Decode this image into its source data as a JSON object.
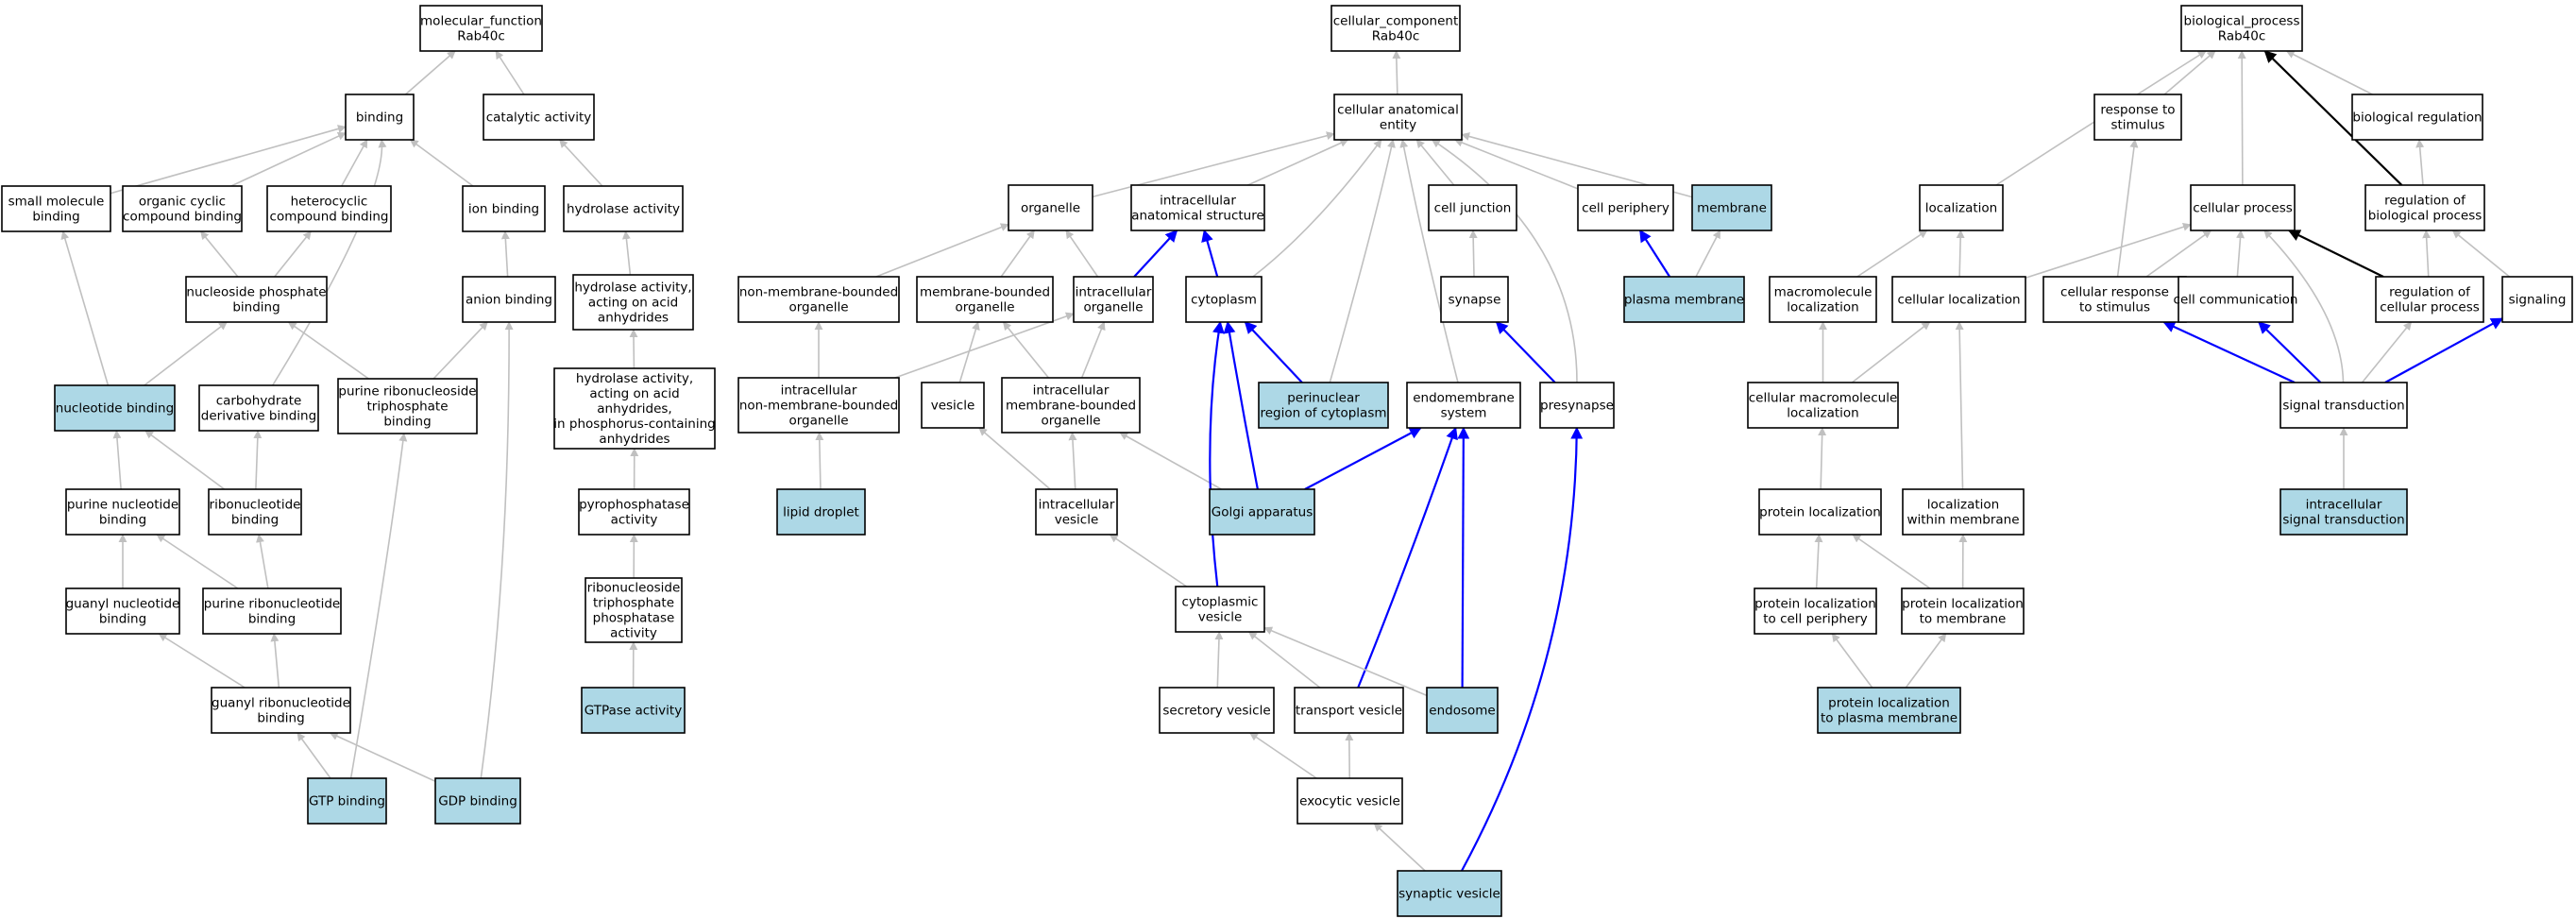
{
  "colors": {
    "highlight_fill": "#add8e6",
    "plain_fill": "#ffffff",
    "border": "#000000",
    "edge_is_a": "#c0c0c0",
    "edge_part_of": "#0000ff",
    "edge_regulates": "#000000"
  },
  "nodes": [
    {
      "id": "mf_root",
      "lines": [
        "molecular_function",
        "Rab40c"
      ],
      "highlight": false
    },
    {
      "id": "binding",
      "lines": [
        "binding"
      ],
      "highlight": false
    },
    {
      "id": "catalytic",
      "lines": [
        "catalytic activity"
      ],
      "highlight": false
    },
    {
      "id": "small_mol",
      "lines": [
        "small molecule",
        "binding"
      ],
      "highlight": false
    },
    {
      "id": "org_cyclic",
      "lines": [
        "organic cyclic",
        "compound binding"
      ],
      "highlight": false
    },
    {
      "id": "hetero",
      "lines": [
        "heterocyclic",
        "compound binding"
      ],
      "highlight": false
    },
    {
      "id": "ion_binding",
      "lines": [
        "ion binding"
      ],
      "highlight": false
    },
    {
      "id": "hydrolase",
      "lines": [
        "hydrolase activity"
      ],
      "highlight": false
    },
    {
      "id": "nuc_phos",
      "lines": [
        "nucleoside phosphate",
        "binding"
      ],
      "highlight": false
    },
    {
      "id": "anion",
      "lines": [
        "anion binding"
      ],
      "highlight": false
    },
    {
      "id": "hydro_acid",
      "lines": [
        "hydrolase activity,",
        "acting on acid",
        "anhydrides"
      ],
      "highlight": false
    },
    {
      "id": "nuc_binding",
      "lines": [
        "nucleotide binding"
      ],
      "highlight": true
    },
    {
      "id": "carb",
      "lines": [
        "carbohydrate",
        "derivative binding"
      ],
      "highlight": false
    },
    {
      "id": "pur_ribo_tri",
      "lines": [
        "purine ribonucleoside",
        "triphosphate",
        "binding"
      ],
      "highlight": false
    },
    {
      "id": "hydro_phos",
      "lines": [
        "hydrolase activity,",
        "acting on acid",
        "anhydrides,",
        "in phosphorus-containing",
        "anhydrides"
      ],
      "highlight": false
    },
    {
      "id": "pur_nuc",
      "lines": [
        "purine nucleotide",
        "binding"
      ],
      "highlight": false
    },
    {
      "id": "ribonuc",
      "lines": [
        "ribonucleotide",
        "binding"
      ],
      "highlight": false
    },
    {
      "id": "pyrophos",
      "lines": [
        "pyrophosphatase",
        "activity"
      ],
      "highlight": false
    },
    {
      "id": "guanyl_nuc",
      "lines": [
        "guanyl nucleotide",
        "binding"
      ],
      "highlight": false
    },
    {
      "id": "pur_ribonuc",
      "lines": [
        "purine ribonucleotide",
        "binding"
      ],
      "highlight": false
    },
    {
      "id": "ribo_tri_phos",
      "lines": [
        "ribonucleoside",
        "triphosphate",
        "phosphatase",
        "activity"
      ],
      "highlight": false
    },
    {
      "id": "guanyl_ribo",
      "lines": [
        "guanyl ribonucleotide",
        "binding"
      ],
      "highlight": false
    },
    {
      "id": "gtpase",
      "lines": [
        "GTPase activity"
      ],
      "highlight": true
    },
    {
      "id": "gtp",
      "lines": [
        "GTP binding"
      ],
      "highlight": true
    },
    {
      "id": "gdp",
      "lines": [
        "GDP binding"
      ],
      "highlight": true
    },
    {
      "id": "cc_root",
      "lines": [
        "cellular_component",
        "Rab40c"
      ],
      "highlight": false
    },
    {
      "id": "cae",
      "lines": [
        "cellular anatomical",
        "entity"
      ],
      "highlight": false
    },
    {
      "id": "organelle",
      "lines": [
        "organelle"
      ],
      "highlight": false
    },
    {
      "id": "intra_anat",
      "lines": [
        "intracellular",
        "anatomical structure"
      ],
      "highlight": false
    },
    {
      "id": "cell_junction",
      "lines": [
        "cell junction"
      ],
      "highlight": false
    },
    {
      "id": "cell_periph",
      "lines": [
        "cell periphery"
      ],
      "highlight": false
    },
    {
      "id": "membrane",
      "lines": [
        "membrane"
      ],
      "highlight": true
    },
    {
      "id": "nmb_org",
      "lines": [
        "non-membrane-bounded",
        "organelle"
      ],
      "highlight": false
    },
    {
      "id": "mb_org",
      "lines": [
        "membrane-bounded",
        "organelle"
      ],
      "highlight": false
    },
    {
      "id": "intra_org",
      "lines": [
        "intracellular",
        "organelle"
      ],
      "highlight": false
    },
    {
      "id": "cytoplasm",
      "lines": [
        "cytoplasm"
      ],
      "highlight": false
    },
    {
      "id": "synapse",
      "lines": [
        "synapse"
      ],
      "highlight": false
    },
    {
      "id": "plasma_mem",
      "lines": [
        "plasma membrane"
      ],
      "highlight": true
    },
    {
      "id": "intra_nmb",
      "lines": [
        "intracellular",
        "non-membrane-bounded",
        "organelle"
      ],
      "highlight": false
    },
    {
      "id": "vesicle",
      "lines": [
        "vesicle"
      ],
      "highlight": false
    },
    {
      "id": "intra_mb",
      "lines": [
        "intracellular",
        "membrane-bounded",
        "organelle"
      ],
      "highlight": false
    },
    {
      "id": "perinuc",
      "lines": [
        "perinuclear",
        "region of cytoplasm"
      ],
      "highlight": true
    },
    {
      "id": "endomem",
      "lines": [
        "endomembrane",
        "system"
      ],
      "highlight": false
    },
    {
      "id": "presynapse",
      "lines": [
        "presynapse"
      ],
      "highlight": false
    },
    {
      "id": "lipid",
      "lines": [
        "lipid droplet"
      ],
      "highlight": true
    },
    {
      "id": "intra_ves",
      "lines": [
        "intracellular",
        "vesicle"
      ],
      "highlight": false
    },
    {
      "id": "golgi",
      "lines": [
        "Golgi apparatus"
      ],
      "highlight": true
    },
    {
      "id": "cyto_ves",
      "lines": [
        "cytoplasmic",
        "vesicle"
      ],
      "highlight": false
    },
    {
      "id": "secretory",
      "lines": [
        "secretory vesicle"
      ],
      "highlight": false
    },
    {
      "id": "transport",
      "lines": [
        "transport vesicle"
      ],
      "highlight": false
    },
    {
      "id": "endosome",
      "lines": [
        "endosome"
      ],
      "highlight": true
    },
    {
      "id": "exocytic",
      "lines": [
        "exocytic vesicle"
      ],
      "highlight": false
    },
    {
      "id": "synaptic_ves",
      "lines": [
        "synaptic vesicle"
      ],
      "highlight": true
    },
    {
      "id": "bp_root",
      "lines": [
        "biological_process",
        "Rab40c"
      ],
      "highlight": false
    },
    {
      "id": "resp_stim",
      "lines": [
        "response to",
        "stimulus"
      ],
      "highlight": false
    },
    {
      "id": "bio_reg",
      "lines": [
        "biological regulation"
      ],
      "highlight": false
    },
    {
      "id": "localization",
      "lines": [
        "localization"
      ],
      "highlight": false
    },
    {
      "id": "cell_proc",
      "lines": [
        "cellular process"
      ],
      "highlight": false
    },
    {
      "id": "reg_bio",
      "lines": [
        "regulation of",
        "biological process"
      ],
      "highlight": false
    },
    {
      "id": "macro_loc",
      "lines": [
        "macromolecule",
        "localization"
      ],
      "highlight": false
    },
    {
      "id": "cell_loc",
      "lines": [
        "cellular localization"
      ],
      "highlight": false
    },
    {
      "id": "cell_resp",
      "lines": [
        "cellular response",
        "to stimulus"
      ],
      "highlight": false
    },
    {
      "id": "cell_comm",
      "lines": [
        "cell communication"
      ],
      "highlight": false
    },
    {
      "id": "reg_cell",
      "lines": [
        "regulation of",
        "cellular process"
      ],
      "highlight": false
    },
    {
      "id": "signaling",
      "lines": [
        "signaling"
      ],
      "highlight": false
    },
    {
      "id": "cell_macro_loc",
      "lines": [
        "cellular macromolecule",
        "localization"
      ],
      "highlight": false
    },
    {
      "id": "sig_trans",
      "lines": [
        "signal transduction"
      ],
      "highlight": false
    },
    {
      "id": "prot_loc",
      "lines": [
        "protein localization"
      ],
      "highlight": false
    },
    {
      "id": "loc_mem",
      "lines": [
        "localization",
        "within membrane"
      ],
      "highlight": false
    },
    {
      "id": "intra_sig",
      "lines": [
        "intracellular",
        "signal transduction"
      ],
      "highlight": true
    },
    {
      "id": "prot_loc_periph",
      "lines": [
        "protein localization",
        "to cell periphery"
      ],
      "highlight": false
    },
    {
      "id": "prot_loc_mem",
      "lines": [
        "protein localization",
        "to membrane"
      ],
      "highlight": false
    },
    {
      "id": "prot_loc_pm",
      "lines": [
        "protein localization",
        "to plasma membrane"
      ],
      "highlight": true
    }
  ],
  "edges": [
    {
      "from": "binding",
      "to": "mf_root",
      "type": "is_a"
    },
    {
      "from": "catalytic",
      "to": "mf_root",
      "type": "is_a"
    },
    {
      "from": "small_mol",
      "to": "binding",
      "type": "is_a"
    },
    {
      "from": "org_cyclic",
      "to": "binding",
      "type": "is_a"
    },
    {
      "from": "hetero",
      "to": "binding",
      "type": "is_a"
    },
    {
      "from": "ion_binding",
      "to": "binding",
      "type": "is_a"
    },
    {
      "from": "hydrolase",
      "to": "catalytic",
      "type": "is_a"
    },
    {
      "from": "nuc_phos",
      "to": "org_cyclic",
      "type": "is_a"
    },
    {
      "from": "nuc_phos",
      "to": "hetero",
      "type": "is_a"
    },
    {
      "from": "anion",
      "to": "ion_binding",
      "type": "is_a"
    },
    {
      "from": "hydro_acid",
      "to": "hydrolase",
      "type": "is_a"
    },
    {
      "from": "nuc_binding",
      "to": "small_mol",
      "type": "is_a"
    },
    {
      "from": "nuc_binding",
      "to": "nuc_phos",
      "type": "is_a"
    },
    {
      "from": "carb",
      "to": "binding",
      "type": "is_a"
    },
    {
      "from": "pur_ribo_tri",
      "to": "nuc_phos",
      "type": "is_a"
    },
    {
      "from": "pur_ribo_tri",
      "to": "anion",
      "type": "is_a"
    },
    {
      "from": "hydro_phos",
      "to": "hydro_acid",
      "type": "is_a"
    },
    {
      "from": "pur_nuc",
      "to": "nuc_binding",
      "type": "is_a"
    },
    {
      "from": "ribonuc",
      "to": "nuc_binding",
      "type": "is_a"
    },
    {
      "from": "ribonuc",
      "to": "carb",
      "type": "is_a"
    },
    {
      "from": "pyrophos",
      "to": "hydro_phos",
      "type": "is_a"
    },
    {
      "from": "guanyl_nuc",
      "to": "pur_nuc",
      "type": "is_a"
    },
    {
      "from": "pur_ribonuc",
      "to": "pur_nuc",
      "type": "is_a"
    },
    {
      "from": "pur_ribonuc",
      "to": "ribonuc",
      "type": "is_a"
    },
    {
      "from": "ribo_tri_phos",
      "to": "pyrophos",
      "type": "is_a"
    },
    {
      "from": "guanyl_ribo",
      "to": "guanyl_nuc",
      "type": "is_a"
    },
    {
      "from": "guanyl_ribo",
      "to": "pur_ribonuc",
      "type": "is_a"
    },
    {
      "from": "gtpase",
      "to": "ribo_tri_phos",
      "type": "is_a"
    },
    {
      "from": "gtp",
      "to": "guanyl_ribo",
      "type": "is_a"
    },
    {
      "from": "gtp",
      "to": "pur_ribo_tri",
      "type": "is_a"
    },
    {
      "from": "gdp",
      "to": "guanyl_ribo",
      "type": "is_a"
    },
    {
      "from": "gdp",
      "to": "anion",
      "type": "is_a"
    },
    {
      "from": "cae",
      "to": "cc_root",
      "type": "is_a"
    },
    {
      "from": "organelle",
      "to": "cae",
      "type": "is_a"
    },
    {
      "from": "intra_anat",
      "to": "cae",
      "type": "is_a"
    },
    {
      "from": "cell_junction",
      "to": "cae",
      "type": "is_a"
    },
    {
      "from": "cell_periph",
      "to": "cae",
      "type": "is_a"
    },
    {
      "from": "membrane",
      "to": "cae",
      "type": "is_a"
    },
    {
      "from": "nmb_org",
      "to": "organelle",
      "type": "is_a"
    },
    {
      "from": "mb_org",
      "to": "organelle",
      "type": "is_a"
    },
    {
      "from": "intra_org",
      "to": "organelle",
      "type": "is_a"
    },
    {
      "from": "intra_org",
      "to": "intra_anat",
      "type": "part_of"
    },
    {
      "from": "cytoplasm",
      "to": "intra_anat",
      "type": "part_of"
    },
    {
      "from": "cytoplasm",
      "to": "cae",
      "type": "is_a"
    },
    {
      "from": "synapse",
      "to": "cell_junction",
      "type": "is_a"
    },
    {
      "from": "plasma_mem",
      "to": "cell_periph",
      "type": "part_of"
    },
    {
      "from": "plasma_mem",
      "to": "membrane",
      "type": "is_a"
    },
    {
      "from": "intra_nmb",
      "to": "nmb_org",
      "type": "is_a"
    },
    {
      "from": "intra_nmb",
      "to": "intra_org",
      "type": "is_a"
    },
    {
      "from": "vesicle",
      "to": "mb_org",
      "type": "is_a"
    },
    {
      "from": "intra_mb",
      "to": "mb_org",
      "type": "is_a"
    },
    {
      "from": "intra_mb",
      "to": "intra_org",
      "type": "is_a"
    },
    {
      "from": "perinuc",
      "to": "cytoplasm",
      "type": "part_of"
    },
    {
      "from": "perinuc",
      "to": "cae",
      "type": "is_a"
    },
    {
      "from": "endomem",
      "to": "cae",
      "type": "is_a"
    },
    {
      "from": "presynapse",
      "to": "synapse",
      "type": "part_of"
    },
    {
      "from": "presynapse",
      "to": "cae",
      "type": "is_a"
    },
    {
      "from": "lipid",
      "to": "intra_nmb",
      "type": "is_a"
    },
    {
      "from": "intra_ves",
      "to": "vesicle",
      "type": "is_a"
    },
    {
      "from": "intra_ves",
      "to": "intra_mb",
      "type": "is_a"
    },
    {
      "from": "golgi",
      "to": "intra_mb",
      "type": "is_a"
    },
    {
      "from": "golgi",
      "to": "cytoplasm",
      "type": "part_of"
    },
    {
      "from": "golgi",
      "to": "endomem",
      "type": "part_of"
    },
    {
      "from": "cyto_ves",
      "to": "intra_ves",
      "type": "is_a"
    },
    {
      "from": "cyto_ves",
      "to": "cytoplasm",
      "type": "part_of"
    },
    {
      "from": "secretory",
      "to": "cyto_ves",
      "type": "is_a"
    },
    {
      "from": "transport",
      "to": "cyto_ves",
      "type": "is_a"
    },
    {
      "from": "transport",
      "to": "endomem",
      "type": "part_of"
    },
    {
      "from": "endosome",
      "to": "cyto_ves",
      "type": "is_a"
    },
    {
      "from": "endosome",
      "to": "endomem",
      "type": "part_of"
    },
    {
      "from": "exocytic",
      "to": "secretory",
      "type": "is_a"
    },
    {
      "from": "exocytic",
      "to": "transport",
      "type": "is_a"
    },
    {
      "from": "synaptic_ves",
      "to": "exocytic",
      "type": "is_a"
    },
    {
      "from": "synaptic_ves",
      "to": "presynapse",
      "type": "part_of"
    },
    {
      "from": "resp_stim",
      "to": "bp_root",
      "type": "is_a"
    },
    {
      "from": "bio_reg",
      "to": "bp_root",
      "type": "is_a"
    },
    {
      "from": "localization",
      "to": "bp_root",
      "type": "is_a"
    },
    {
      "from": "cell_proc",
      "to": "bp_root",
      "type": "is_a"
    },
    {
      "from": "reg_bio",
      "to": "bp_root",
      "type": "regulates"
    },
    {
      "from": "reg_bio",
      "to": "bio_reg",
      "type": "is_a"
    },
    {
      "from": "macro_loc",
      "to": "localization",
      "type": "is_a"
    },
    {
      "from": "cell_loc",
      "to": "localization",
      "type": "is_a"
    },
    {
      "from": "cell_loc",
      "to": "cell_proc",
      "type": "is_a"
    },
    {
      "from": "cell_resp",
      "to": "resp_stim",
      "type": "is_a"
    },
    {
      "from": "cell_resp",
      "to": "cell_proc",
      "type": "is_a"
    },
    {
      "from": "cell_comm",
      "to": "cell_proc",
      "type": "is_a"
    },
    {
      "from": "reg_cell",
      "to": "reg_bio",
      "type": "is_a"
    },
    {
      "from": "reg_cell",
      "to": "cell_proc",
      "type": "regulates"
    },
    {
      "from": "signaling",
      "to": "reg_bio",
      "type": "is_a"
    },
    {
      "from": "cell_macro_loc",
      "to": "macro_loc",
      "type": "is_a"
    },
    {
      "from": "cell_macro_loc",
      "to": "cell_loc",
      "type": "is_a"
    },
    {
      "from": "sig_trans",
      "to": "cell_resp",
      "type": "part_of"
    },
    {
      "from": "sig_trans",
      "to": "cell_comm",
      "type": "part_of"
    },
    {
      "from": "sig_trans",
      "to": "reg_cell",
      "type": "is_a"
    },
    {
      "from": "sig_trans",
      "to": "signaling",
      "type": "part_of"
    },
    {
      "from": "sig_trans",
      "to": "cell_proc",
      "type": "is_a"
    },
    {
      "from": "prot_loc",
      "to": "cell_macro_loc",
      "type": "is_a"
    },
    {
      "from": "loc_mem",
      "to": "cell_loc",
      "type": "is_a"
    },
    {
      "from": "intra_sig",
      "to": "sig_trans",
      "type": "is_a"
    },
    {
      "from": "prot_loc_periph",
      "to": "prot_loc",
      "type": "is_a"
    },
    {
      "from": "prot_loc_mem",
      "to": "prot_loc",
      "type": "is_a"
    },
    {
      "from": "prot_loc_mem",
      "to": "loc_mem",
      "type": "is_a"
    },
    {
      "from": "prot_loc_pm",
      "to": "prot_loc_periph",
      "type": "is_a"
    },
    {
      "from": "prot_loc_pm",
      "to": "prot_loc_mem",
      "type": "is_a"
    }
  ]
}
